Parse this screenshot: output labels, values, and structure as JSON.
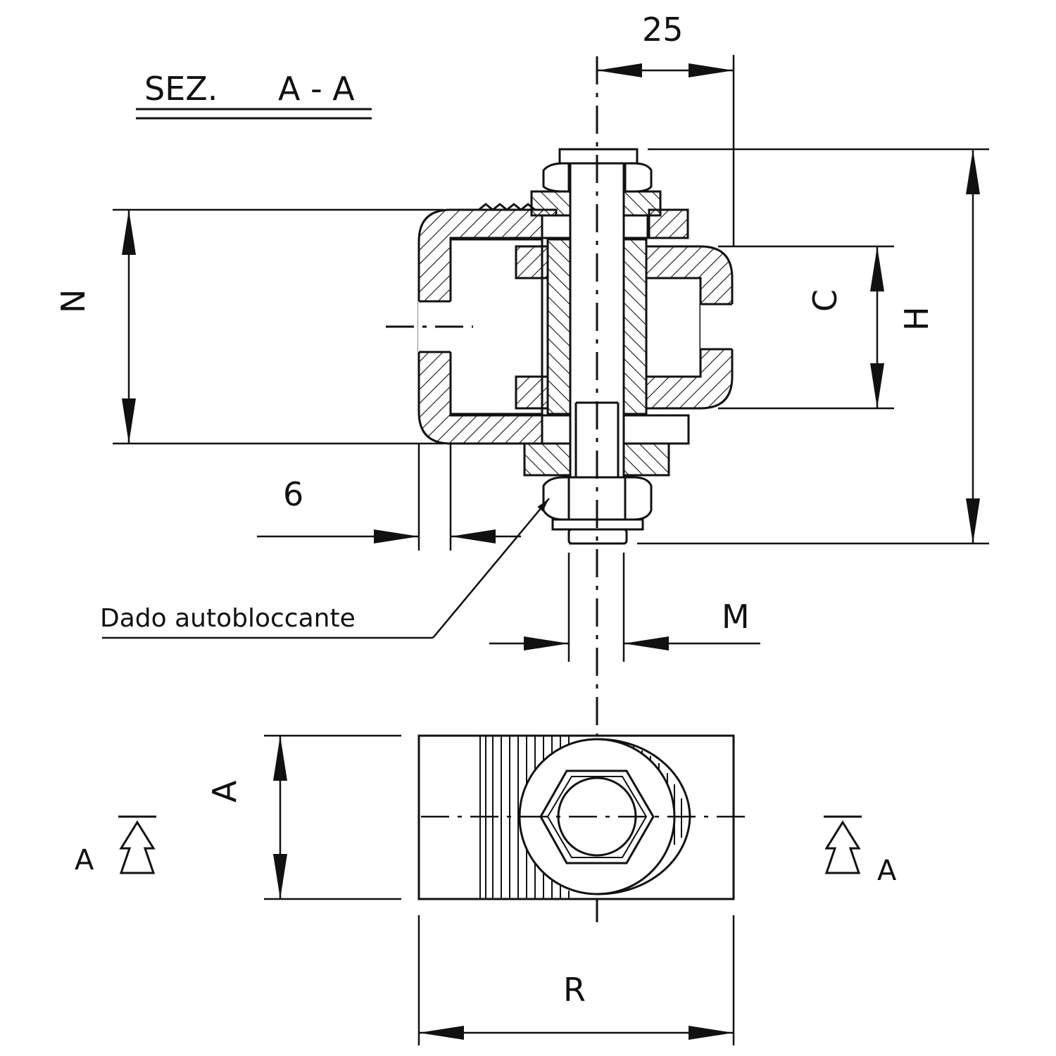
{
  "section_title": {
    "prefix": "SEZ.",
    "name": "A - A"
  },
  "dimensions": {
    "width_25": "25",
    "thickness_6": "6",
    "height_N": "N",
    "height_C": "C",
    "height_H": "H",
    "thread_M": "M",
    "width_A": "A",
    "length_R": "R"
  },
  "callout": {
    "text": "Dado autobloccante"
  },
  "section_markers": {
    "left": "A",
    "right": "A"
  },
  "colors": {
    "line": "#111111",
    "background": "#ffffff"
  }
}
